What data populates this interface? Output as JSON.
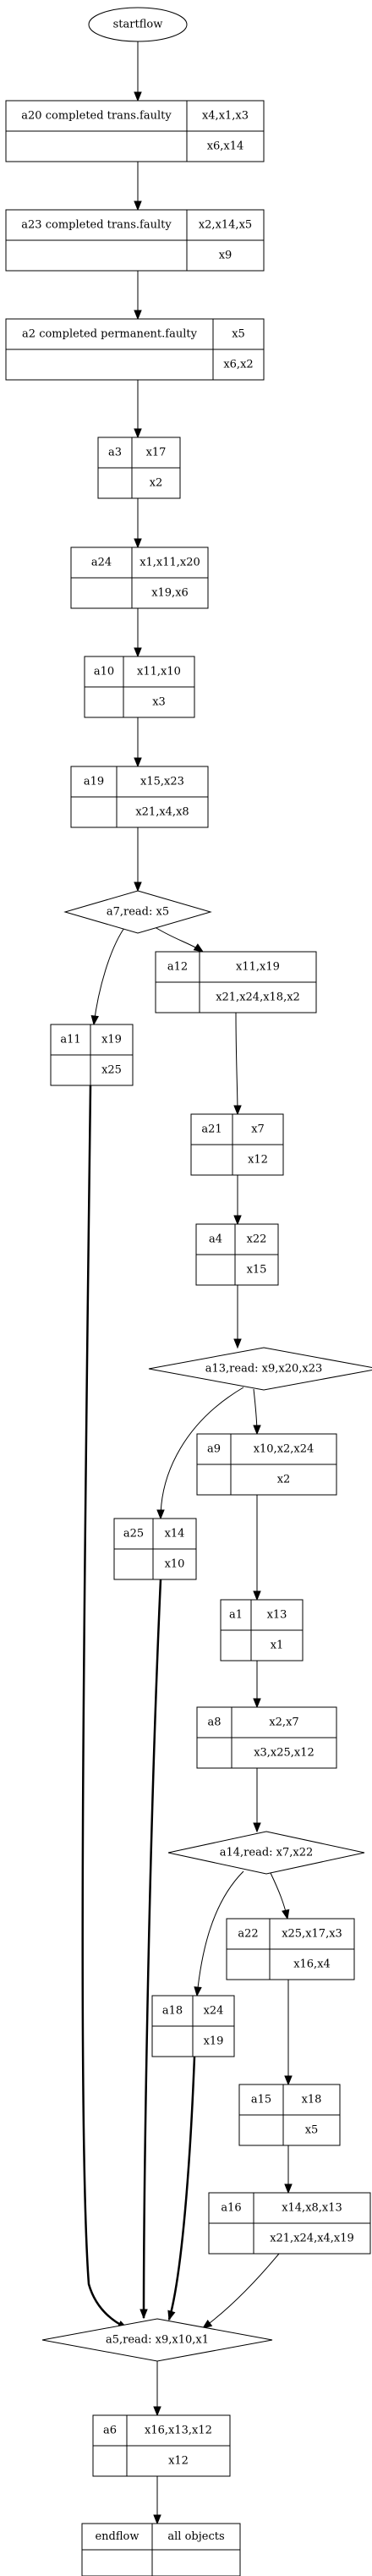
{
  "start": "startflow",
  "nodes": [
    {
      "id": "a20",
      "name": "a20 completed trans.faulty",
      "inputs": "x4,x1,x3",
      "outputs": "x6,x14"
    },
    {
      "id": "a23",
      "name": "a23 completed trans.faulty",
      "inputs": "x2,x14,x5",
      "outputs": "x9"
    },
    {
      "id": "a2",
      "name": "a2 completed permanent.faulty",
      "inputs": "x5",
      "outputs": "x6,x2"
    },
    {
      "id": "a3",
      "name": "a3",
      "inputs": "x17",
      "outputs": "x2"
    },
    {
      "id": "a24",
      "name": "a24",
      "inputs": "x1,x11,x20",
      "outputs": "x19,x6"
    },
    {
      "id": "a10",
      "name": "a10",
      "inputs": "x11,x10",
      "outputs": "x3"
    },
    {
      "id": "a19",
      "name": "a19",
      "inputs": "x15,x23",
      "outputs": "x21,x4,x8"
    },
    {
      "id": "a12",
      "name": "a12",
      "inputs": "x11,x19",
      "outputs": "x21,x24,x18,x2"
    },
    {
      "id": "a11",
      "name": "a11",
      "inputs": "x19",
      "outputs": "x25"
    },
    {
      "id": "a21",
      "name": "a21",
      "inputs": "x7",
      "outputs": "x12"
    },
    {
      "id": "a4",
      "name": "a4",
      "inputs": "x22",
      "outputs": "x15"
    },
    {
      "id": "a9",
      "name": "a9",
      "inputs": "x10,x2,x24",
      "outputs": "x2"
    },
    {
      "id": "a25",
      "name": "a25",
      "inputs": "x14",
      "outputs": "x10"
    },
    {
      "id": "a1",
      "name": "a1",
      "inputs": "x13",
      "outputs": "x1"
    },
    {
      "id": "a8",
      "name": "a8",
      "inputs": "x2,x7",
      "outputs": "x3,x25,x12"
    },
    {
      "id": "a22",
      "name": "a22",
      "inputs": "x25,x17,x3",
      "outputs": "x16,x4"
    },
    {
      "id": "a18",
      "name": "a18",
      "inputs": "x24",
      "outputs": "x19"
    },
    {
      "id": "a15",
      "name": "a15",
      "inputs": "x18",
      "outputs": "x5"
    },
    {
      "id": "a16",
      "name": "a16",
      "inputs": "x14,x8,x13",
      "outputs": "x21,x24,x4,x19"
    },
    {
      "id": "a6",
      "name": "a6",
      "inputs": "x16,x13,x12",
      "outputs": "x12"
    }
  ],
  "decisions": [
    {
      "id": "a7",
      "label": "a7,read: x5"
    },
    {
      "id": "a13",
      "label": "a13,read: x9,x20,x23"
    },
    {
      "id": "a14",
      "label": "a14,read: x7,x22"
    },
    {
      "id": "a5",
      "label": "a5,read: x9,x10,x1"
    }
  ],
  "end": {
    "name": "endflow",
    "objects": "all objects"
  },
  "edges": [
    {
      "from": "start",
      "to": "a20"
    },
    {
      "from": "a20",
      "to": "a23"
    },
    {
      "from": "a23",
      "to": "a2"
    },
    {
      "from": "a2",
      "to": "a3"
    },
    {
      "from": "a3",
      "to": "a24"
    },
    {
      "from": "a24",
      "to": "a10"
    },
    {
      "from": "a10",
      "to": "a19"
    },
    {
      "from": "a19",
      "to": "a7"
    },
    {
      "from": "a7",
      "to": "a11"
    },
    {
      "from": "a7",
      "to": "a12"
    },
    {
      "from": "a12",
      "to": "a21"
    },
    {
      "from": "a21",
      "to": "a4"
    },
    {
      "from": "a4",
      "to": "a13"
    },
    {
      "from": "a13",
      "to": "a25"
    },
    {
      "from": "a13",
      "to": "a9"
    },
    {
      "from": "a9",
      "to": "a1"
    },
    {
      "from": "a1",
      "to": "a8"
    },
    {
      "from": "a8",
      "to": "a14"
    },
    {
      "from": "a14",
      "to": "a18"
    },
    {
      "from": "a14",
      "to": "a22"
    },
    {
      "from": "a22",
      "to": "a15"
    },
    {
      "from": "a15",
      "to": "a16"
    },
    {
      "from": "a11",
      "to": "a5",
      "bold": true
    },
    {
      "from": "a25",
      "to": "a5",
      "bold": true
    },
    {
      "from": "a18",
      "to": "a5",
      "bold": true
    },
    {
      "from": "a16",
      "to": "a5"
    },
    {
      "from": "a5",
      "to": "a6"
    },
    {
      "from": "a6",
      "to": "end"
    }
  ]
}
